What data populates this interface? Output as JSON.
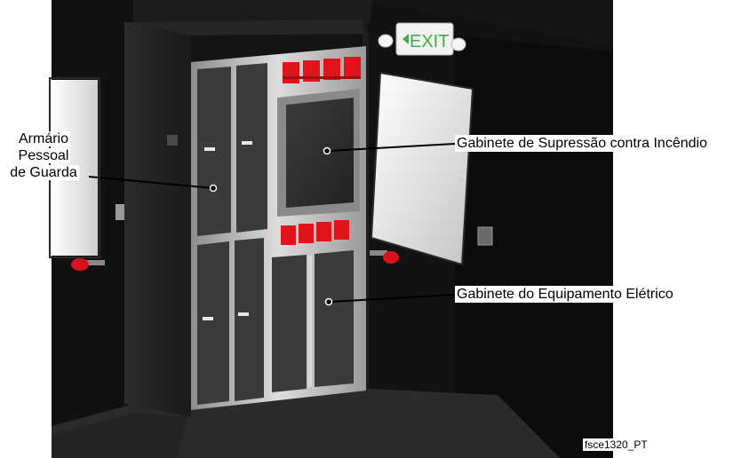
{
  "labels": {
    "armario_line1": "Armário",
    "armario_line2": "Pessoal",
    "armario_line3": "de Guarda",
    "supressao": "Gabinete de Supressão contra Incêndio",
    "eletrico": "Gabinete do Equipamento Elétrico",
    "figure_id": "fsce1320_PT"
  },
  "exit_sign": "EXIT",
  "colors": {
    "room": "#161616",
    "wall_side": "#0d0d0d",
    "floor": "#2a2a2a",
    "frame": "#c8c8c8",
    "panel": "#3a3a3a",
    "red_box": "#e0151b",
    "exit_green": "#3fae49"
  }
}
